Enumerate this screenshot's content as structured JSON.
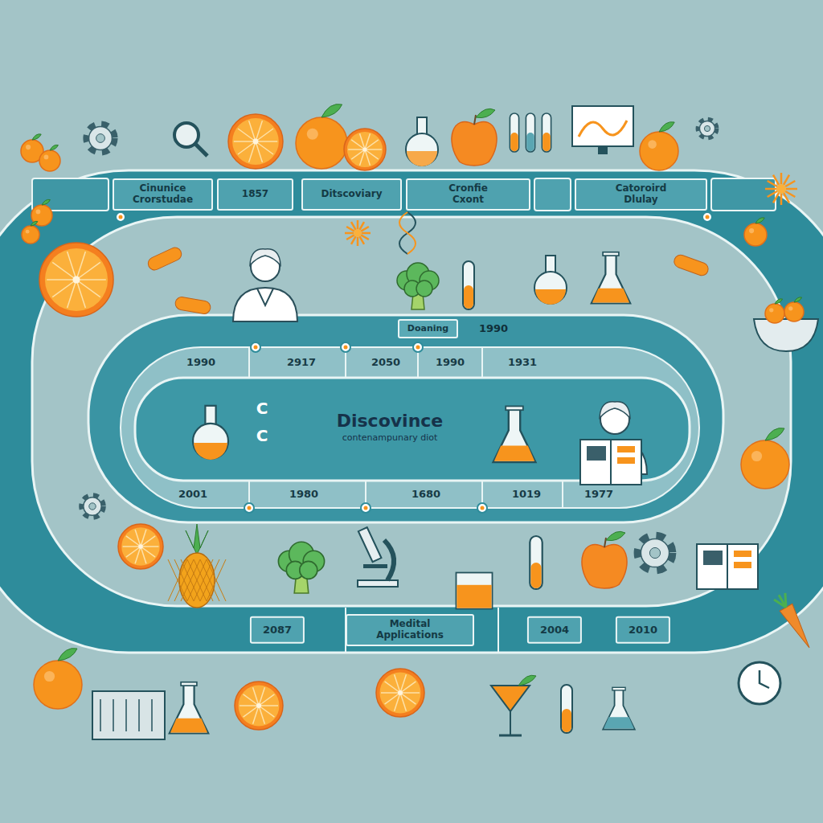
{
  "diagram": {
    "nodes": [
      {
        "text": [
          "Cinunice Crorstudae"
        ]
      },
      {
        "text": [
          "1857"
        ]
      },
      {
        "text": [
          "Ditscoviary"
        ]
      },
      {
        "text": [
          "Cronfie Cxont"
        ]
      },
      {
        "text": [
          "Catoroird Dlulay"
        ]
      },
      {
        "text": [
          "Doaning"
        ]
      },
      {
        "text": [
          "Discovince",
          "contenampunary diot"
        ]
      },
      {
        "text": [
          "Medital Applications"
        ]
      }
    ],
    "labels": [
      "1990",
      "1990",
      "2917",
      "2050",
      "1990",
      "1931",
      "C",
      "C",
      "2001",
      "1980",
      "1680",
      "1019",
      "1977",
      "2087",
      "2004",
      "2010"
    ]
  }
}
